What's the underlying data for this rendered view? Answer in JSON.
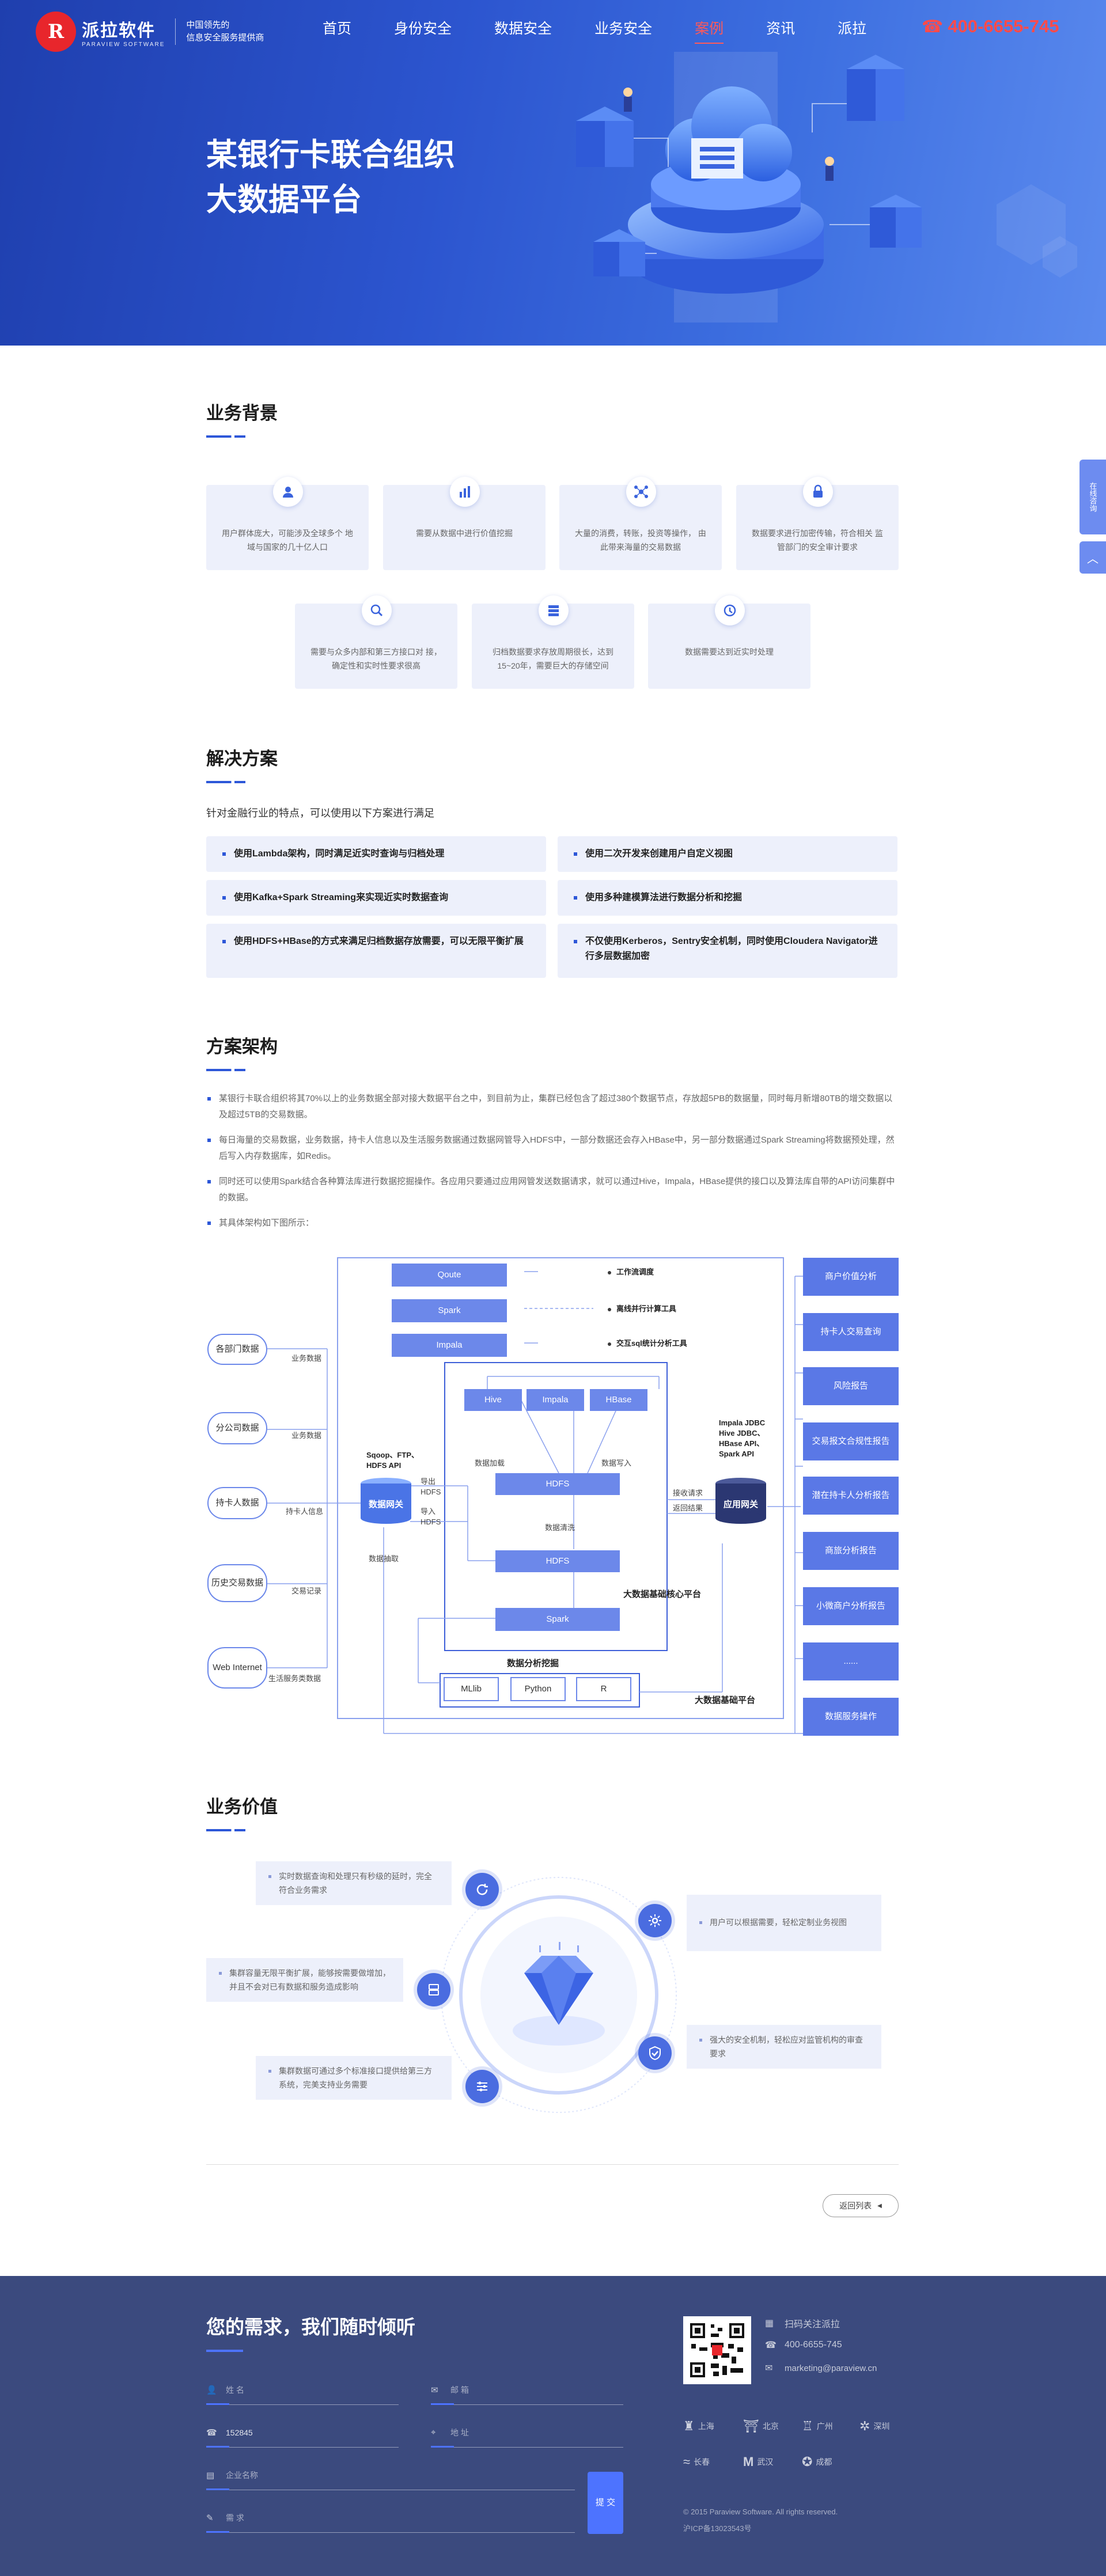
{
  "nav": {
    "logo_mark": "R",
    "logo_cn": "派拉软件",
    "logo_en": "PARAVIEW SOFTWARE",
    "slogan_1": "中国领先的",
    "slogan_2": "信息安全服务提供商",
    "menu": [
      "首页",
      "身份安全",
      "数据安全",
      "业务安全",
      "案例",
      "资讯",
      "派拉"
    ],
    "active_menu": "案例",
    "phone": "400-6655-745"
  },
  "hero": {
    "title_1": "某银行卡联合组织",
    "title_2": "大数据平台"
  },
  "side": {
    "consult": "在线咨询",
    "top": "︿"
  },
  "background": {
    "title": "业务背景",
    "cards": [
      {
        "icon": "users-icon",
        "text": "用户群体庞大，可能涉及全球多个 地域与国家的几十亿人口"
      },
      {
        "icon": "bar-chart-icon",
        "text": "需要从数据中进行价值挖掘"
      },
      {
        "icon": "network-icon",
        "text": "大量的消费，转账，投资等操作， 由此带来海量的交易数据"
      },
      {
        "icon": "lock-icon",
        "text": "数据要求进行加密传输，符合相关 监管部门的安全审计要求"
      },
      {
        "icon": "search-icon",
        "text": "需要与众多内部和第三方接口对 接，确定性和实时性要求很高"
      },
      {
        "icon": "database-icon",
        "text": "归档数据要求存放周期很长，达到 15~20年，需要巨大的存储空间"
      },
      {
        "icon": "clock-icon",
        "text": "数据需要达到近实时处理"
      }
    ]
  },
  "solution": {
    "title": "解决方案",
    "intro": "针对金融行业的特点，可以使用以下方案进行满足",
    "items": [
      "使用Lambda架构，同时满足近实时查询与归档处理",
      "使用二次开发来创建用户自定义视图",
      "使用Kafka+Spark Streaming来实现近实时数据查询",
      "使用多种建模算法进行数据分析和挖掘",
      "使用HDFS+HBase的方式来满足归档数据存放需要，可以无限平衡扩展",
      "不仅使用Kerberos，Sentry安全机制，同时使用Cloudera Navigator进行多层数据加密"
    ]
  },
  "architecture": {
    "title": "方案架构",
    "paragraphs": [
      "某银行卡联合组织将其70%以上的业务数据全部对接大数据平台之中，到目前为止，集群已经包含了超过380个数据节点，存放超5PB的数据量，同时每月新增80TB的增交数据以及超过5TB的交易数据。",
      "每日海量的交易数据，业务数据，持卡人信息以及生活服务数据通过数据网管导入HDFS中，一部分数据还会存入HBase中，另一部分数据通过Spark Streaming将数据预处理，然后写入内存数据库，如Redis。",
      "同时还可以使用Spark结合各种算法库进行数据挖掘操作。各应用只要通过应用网管发送数据请求，就可以通过Hive，Impala，HBase提供的接口以及算法库自带的API访问集群中的数据。",
      "其具体架构如下图所示："
    ],
    "diagram": {
      "sources": [
        "各部门数据",
        "分公司数据",
        "持卡人数据",
        "历史交易数据",
        "Web Internet"
      ],
      "source_labels": [
        "业务数据",
        "业务数据",
        "持卡人信息",
        "交易记录",
        "生活服务类数据"
      ],
      "top_tools": [
        "Qoute",
        "Spark",
        "Impala"
      ],
      "top_notes": [
        "工作流调度",
        "离线并行计算工具",
        "交互sql统计分析工具"
      ],
      "core": [
        "Hive",
        "Impala",
        "HBase",
        "HDFS",
        "HDFS",
        "Spark"
      ],
      "core_labels": [
        "数据加载",
        "数据写入",
        "数据清洗"
      ],
      "gateway_in": "数据网关",
      "gateway_in_top": "Sqoop、FTP、HDFS API",
      "gateway_in_side": [
        "导出HDFS",
        "导入HDFS"
      ],
      "gateway_in_bottom": "数据抽取",
      "gateway_out": "应用网关",
      "gateway_out_top": "Impala JDBC Hive JDBC、HBase API、Spark API",
      "gateway_out_side": [
        "接收请求",
        "返回结果"
      ],
      "core_title": "大数据基础核心平台",
      "platform_title": "大数据基础平台",
      "mining_title": "数据分析挖掘",
      "mining_tools": [
        "MLlib",
        "Python",
        "R"
      ],
      "outputs": [
        "商户价值分析",
        "持卡人交易查询",
        "风险报告",
        "交易报文合规性报告",
        "潜在持卡人分析报告",
        "商旅分析报告",
        "小微商户分析报告",
        "......",
        "数据服务操作"
      ]
    }
  },
  "value": {
    "title": "业务价值",
    "items": [
      "实时数据查询和处理只有秒级的延时，完全符合业务需求",
      "用户可以根据需要，轻松定制业务视图",
      "集群容量无限平衡扩展，能够按需要做增加，并且不会对已有数据和服务造成影响",
      "强大的安全机制，轻松应对监管机构的审查要求",
      "集群数据可通过多个标准接口提供给第三方系统，完美支持业务需要"
    ],
    "back": "返回列表"
  },
  "footer": {
    "title": "您的需求，我们随时倾听",
    "name_ph": "姓    名",
    "email_ph": "邮    箱",
    "phone_val": "152845",
    "addr_ph": "地    址",
    "company_ph": "企业名称",
    "req_ph": "需    求",
    "submit": "提 交",
    "follow": "扫码关注派拉",
    "tel": "400-6655-745",
    "mail": "marketing@paraview.cn",
    "cities": [
      "上海",
      "北京",
      "广州",
      "深圳",
      "长春",
      "武汉",
      "成都"
    ],
    "copyright": "© 2015 Paraview Software. All rights reserved.",
    "icp": "沪ICP备13023543号"
  },
  "colors": {
    "primary": "#2d57d8",
    "footer": "#3b4a7e",
    "phone": "#ff4b4b",
    "card": "#edf0fb"
  }
}
